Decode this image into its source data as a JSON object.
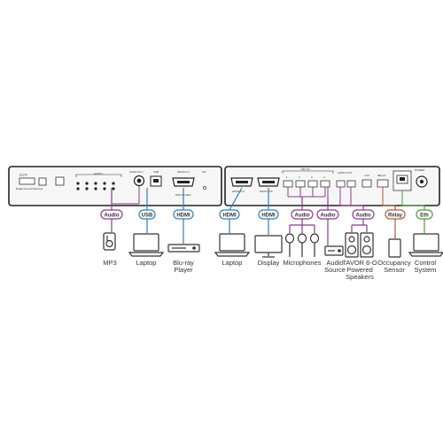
{
  "colors": {
    "panel_fill": "#f6f6f6",
    "panel_stroke": "#222222",
    "audio": "#8e3a8f",
    "usb": "#2f7fb6",
    "hdmi": "#2f7fb6",
    "relay": "#b05a3c",
    "ethernet": "#4f9a3a",
    "device": "#333333"
  },
  "unit1": {
    "labels": {
      "stereo": "ST/TP",
      "subtitle": "Digital Sound Receiver",
      "audio_header": "AUDIO",
      "audio_in": "AUDIO IN 1",
      "usb": "USB",
      "hdmi_in": "HDMI IN 1",
      "on": "ON",
      "model": "DSP-62-AEC"
    }
  },
  "unit2": {
    "labels": {
      "hdmi_in": "HDMI IN 2",
      "hdmi_out": "HDMI OUT",
      "mic_header": "MIC IN",
      "audio_out": "AUDIO OUT",
      "lan": "LAN",
      "relay": "RELAY",
      "power": "POWER"
    }
  },
  "connectors": [
    {
      "id": "audio-1",
      "label": "Audio",
      "kind": "audio"
    },
    {
      "id": "usb",
      "label": "USB",
      "kind": "usb"
    },
    {
      "id": "hdmi-1",
      "label": "HDMI",
      "kind": "hdmi"
    },
    {
      "id": "hdmi-2",
      "label": "HDMI",
      "kind": "hdmi"
    },
    {
      "id": "hdmi-3",
      "label": "HDMI",
      "kind": "hdmi"
    },
    {
      "id": "audio-2",
      "label": "Audio",
      "kind": "audio"
    },
    {
      "id": "audio-3",
      "label": "Audio",
      "kind": "audio"
    },
    {
      "id": "audio-4",
      "label": "Audio",
      "kind": "audio"
    },
    {
      "id": "relay",
      "label": "Relay",
      "kind": "relay"
    },
    {
      "id": "eth",
      "label": "Eth",
      "kind": "ethernet"
    }
  ],
  "devices": [
    {
      "id": "mp3",
      "lines": [
        "MP3"
      ]
    },
    {
      "id": "laptop-1",
      "lines": [
        "Laptop"
      ]
    },
    {
      "id": "bluray",
      "lines": [
        "Blu-ray",
        "Player"
      ]
    },
    {
      "id": "laptop-2",
      "lines": [
        "Laptop"
      ]
    },
    {
      "id": "display",
      "lines": [
        "Display"
      ]
    },
    {
      "id": "microphones",
      "lines": [
        "Microphones"
      ]
    },
    {
      "id": "audio-source",
      "lines": [
        "Audio",
        "Source"
      ]
    },
    {
      "id": "speakers",
      "lines": [
        "TAVOR 6-O",
        "Powered",
        "Speakers"
      ]
    },
    {
      "id": "occupancy",
      "lines": [
        "Occupancy",
        "Sensor"
      ]
    },
    {
      "id": "control",
      "lines": [
        "Control",
        "System"
      ]
    }
  ]
}
